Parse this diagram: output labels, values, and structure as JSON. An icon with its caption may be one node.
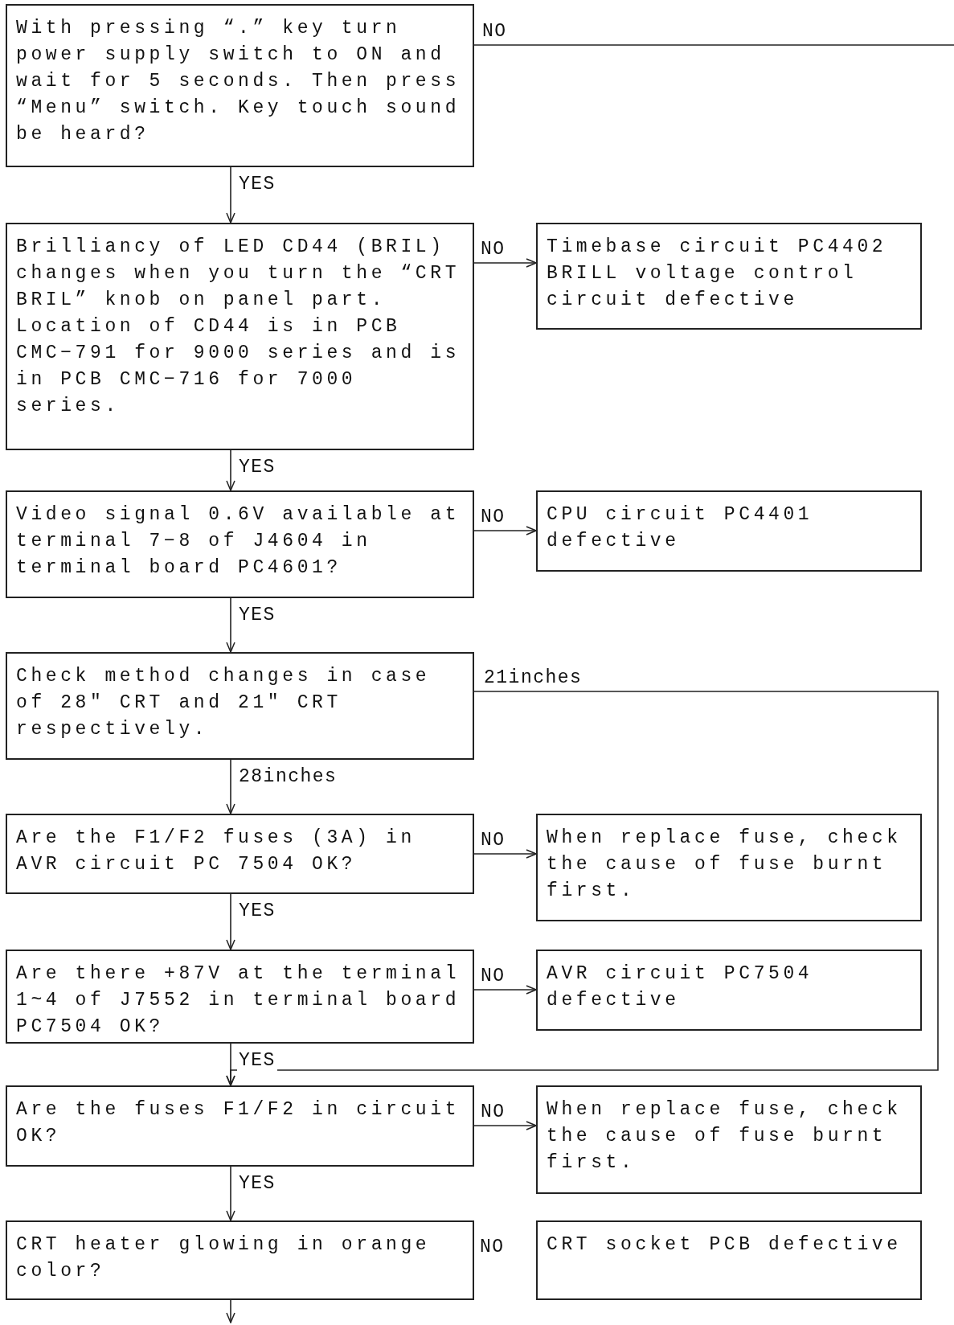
{
  "diagram": {
    "nodes": [
      {
        "text": [
          "With pressing “.” key turn power supply switch to ON and wait for 5 seconds. Then press “Menu” switch. Key touch sound be heard?"
        ]
      },
      {
        "text": [
          "Brilliancy of LED CD44 (BRIL) changes when you turn the “CRT BRIL” knob on panel part. Location of CD44 is in PCB CMC−791 for 9000 series and is in PCB CMC−716 for 7000 series."
        ]
      },
      {
        "text": [
          "Timebase circuit PC4402 BRILL voltage control circuit defective"
        ]
      },
      {
        "text": [
          "Video signal 0.6V available at terminal 7−8 of J4604 in terminal board PC4601?"
        ]
      },
      {
        "text": [
          "CPU circuit PC4401 defective"
        ]
      },
      {
        "text": [
          "Check method changes in case of 28″ CRT and 21″ CRT respectively."
        ]
      },
      {
        "text": [
          "Are the F1/F2 fuses (3A) in AVR circuit PC 7504 OK?"
        ]
      },
      {
        "text": [
          "When replace fuse, check the cause of fuse burnt first."
        ]
      },
      {
        "text": [
          "Are there +87V at the terminal 1~4 of J7552 in terminal board PC7504 OK?"
        ]
      },
      {
        "text": [
          "AVR circuit PC7504 defective"
        ]
      },
      {
        "text": [
          "Are the fuses F1/F2 in circuit OK?"
        ]
      },
      {
        "text": [
          "When replace fuse, check the cause of fuse burnt first."
        ]
      },
      {
        "text": [
          "CRT heater glowing in orange color?"
        ]
      },
      {
        "text": [
          "CRT socket PCB defective"
        ]
      }
    ],
    "edges": [
      {
        "from": 0,
        "to": null,
        "arrow": "none",
        "label": "NO"
      },
      {
        "from": 0,
        "to": 1,
        "arrow": "to",
        "label": "YES"
      },
      {
        "from": 1,
        "to": 2,
        "arrow": "to",
        "label": "NO"
      },
      {
        "from": 1,
        "to": 3,
        "arrow": "to",
        "label": "YES"
      },
      {
        "from": 3,
        "to": 4,
        "arrow": "to",
        "label": "NO"
      },
      {
        "from": 3,
        "to": 5,
        "arrow": "to",
        "label": "YES"
      },
      {
        "from": 5,
        "to": 10,
        "arrow": "to",
        "label": "21inches"
      },
      {
        "from": 5,
        "to": 6,
        "arrow": "to",
        "label": "28inches"
      },
      {
        "from": 6,
        "to": 7,
        "arrow": "to",
        "label": "NO"
      },
      {
        "from": 6,
        "to": 8,
        "arrow": "to",
        "label": "YES"
      },
      {
        "from": 8,
        "to": 9,
        "arrow": "to",
        "label": "NO"
      },
      {
        "from": 8,
        "to": 10,
        "arrow": "to",
        "label": "YES"
      },
      {
        "from": 10,
        "to": 11,
        "arrow": "to",
        "label": "NO"
      },
      {
        "from": 10,
        "to": 12,
        "arrow": "to",
        "label": "YES"
      },
      {
        "from": 12,
        "to": null,
        "arrow": "to"
      }
    ],
    "labels": [
      "NO"
    ]
  }
}
